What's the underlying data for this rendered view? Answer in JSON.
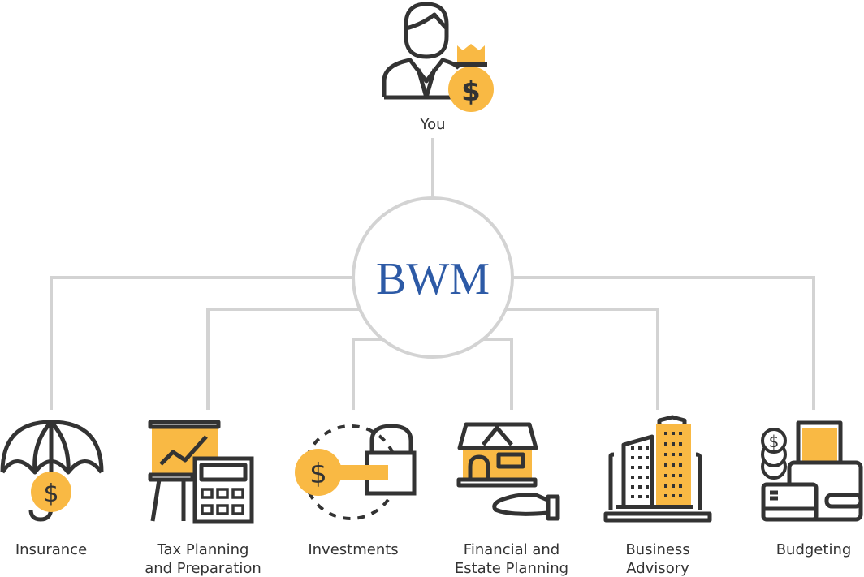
{
  "top": {
    "label": "You"
  },
  "center": {
    "label": "BWM"
  },
  "services": [
    {
      "label_lines": [
        "Insurance"
      ],
      "icon": "umbrella-dollar-icon"
    },
    {
      "label_lines": [
        "Tax Planning",
        "and Preparation"
      ],
      "icon": "chart-calculator-icon"
    },
    {
      "label_lines": [
        "Investments"
      ],
      "icon": "coin-key-lock-icon"
    },
    {
      "label_lines": [
        "Financial and",
        "Estate Planning"
      ],
      "icon": "house-hand-icon"
    },
    {
      "label_lines": [
        "Business",
        "Advisory"
      ],
      "icon": "buildings-laptop-icon"
    },
    {
      "label_lines": [
        "Budgeting"
      ],
      "icon": "wallet-coins-icon"
    }
  ],
  "colors": {
    "accent": "#f9b944",
    "brand": "#2d5aa6",
    "line": "#d3d3d3",
    "ink": "#333333"
  }
}
